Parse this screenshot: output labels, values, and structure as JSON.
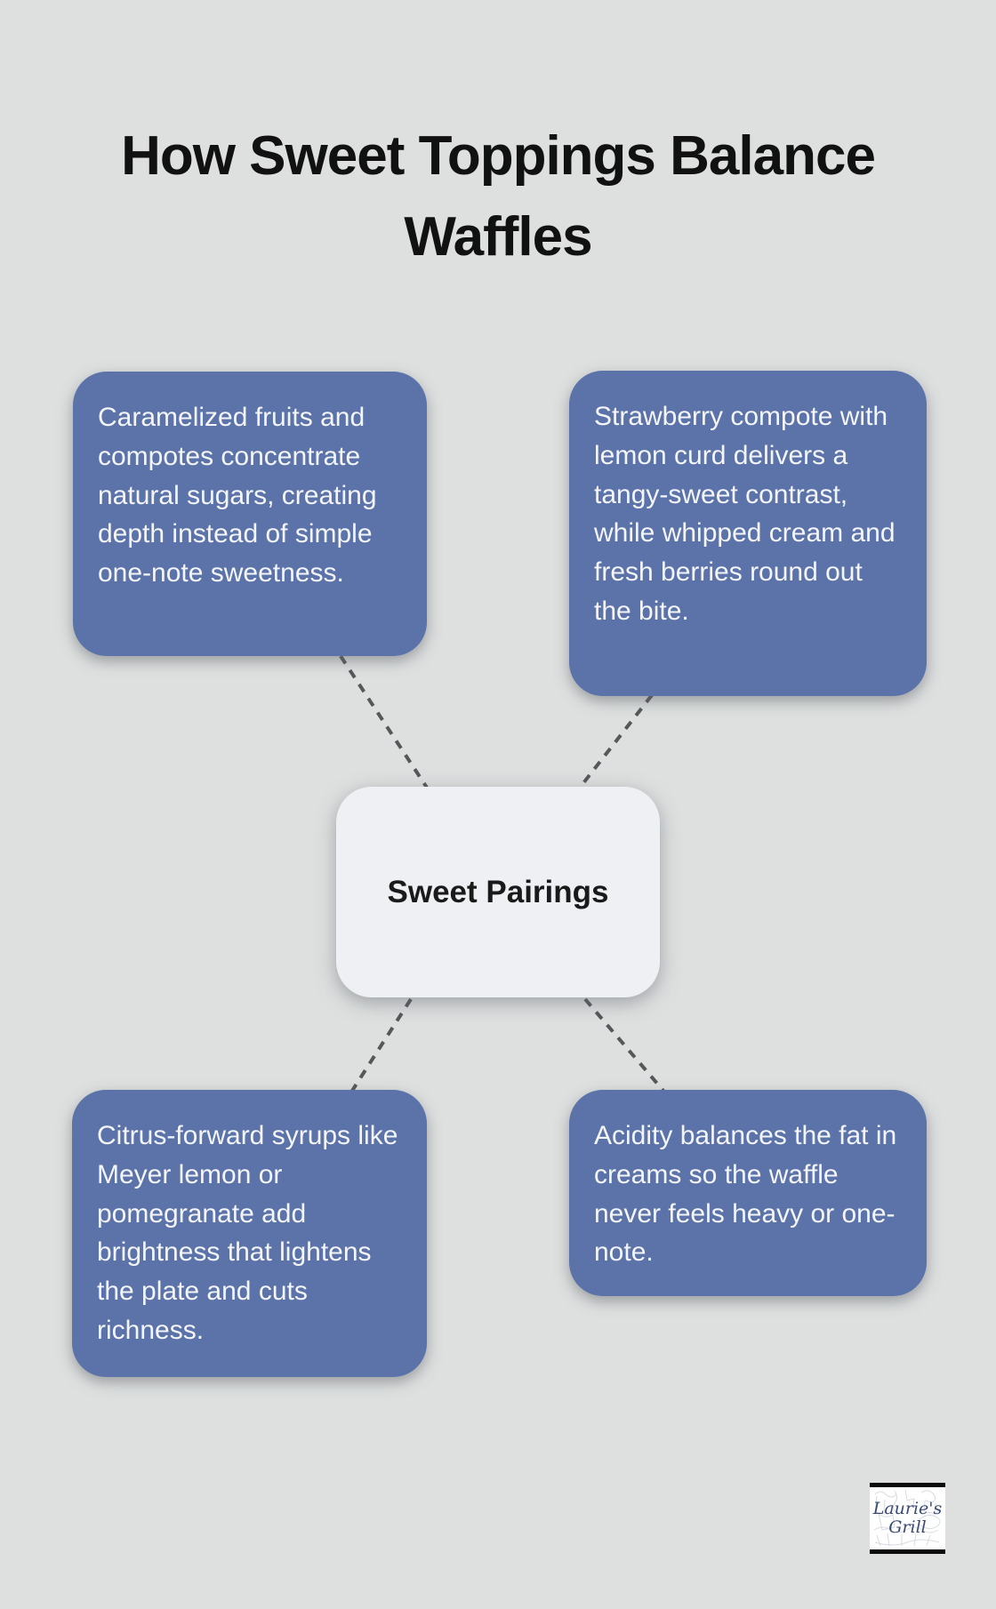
{
  "title": "How Sweet Toppings Balance Waffles",
  "center": {
    "label": "Sweet Pairings"
  },
  "nodes": [
    {
      "id": "top-left",
      "text": "Caramelized fruits and compotes concentrate natural sugars, creating depth instead of simple one-note sweetness."
    },
    {
      "id": "top-right",
      "text": "Strawberry compote with lemon curd delivers a tangy-sweet contrast, while whipped cream and fresh berries round out the bite."
    },
    {
      "id": "bottom-left",
      "text": "Citrus-forward syrups like Meyer lemon or pomegranate add brightness that lightens the plate and cuts richness."
    },
    {
      "id": "bottom-right",
      "text": "Acidity balances the fat in creams so the waffle never feels heavy or one-note."
    }
  ],
  "logo": {
    "line1": "Laurie's",
    "line2": "Grill"
  },
  "colors": {
    "background": "#dee0e0",
    "node": "#5b73a9",
    "node_text": "#f3f5f9",
    "center_bg": "#eef0f3",
    "center_text": "#1a1a1a",
    "connector": "#55575a",
    "title_text": "#111111",
    "logo_text": "#3a4a73"
  }
}
